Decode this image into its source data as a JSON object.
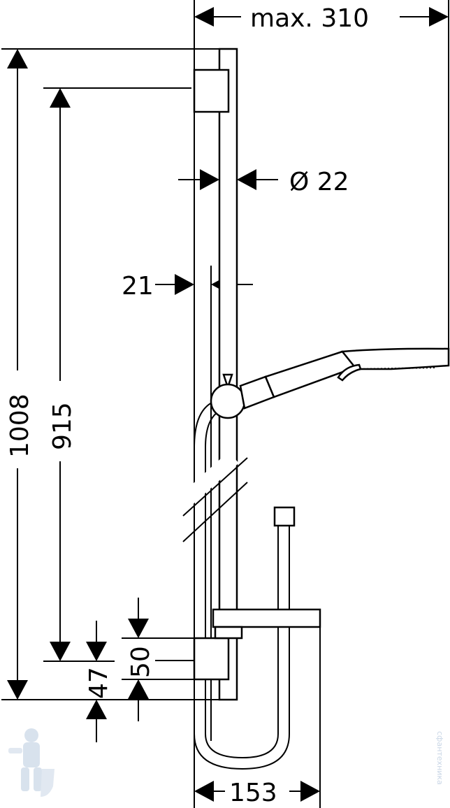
{
  "dimensions": {
    "max_width": "max. 310",
    "diameter": "Ø 22",
    "wall_gap": "21",
    "total_height": "1008",
    "rail_height": "915",
    "bottom_offset": "47",
    "bracket_height": "50",
    "hose_width": "153"
  },
  "watermark": {
    "text": "сфантехника",
    "logo_icon": "plumber-mascot-icon"
  },
  "colors": {
    "line": "#000000",
    "background": "#ffffff",
    "watermark": "#c9d6e6"
  }
}
